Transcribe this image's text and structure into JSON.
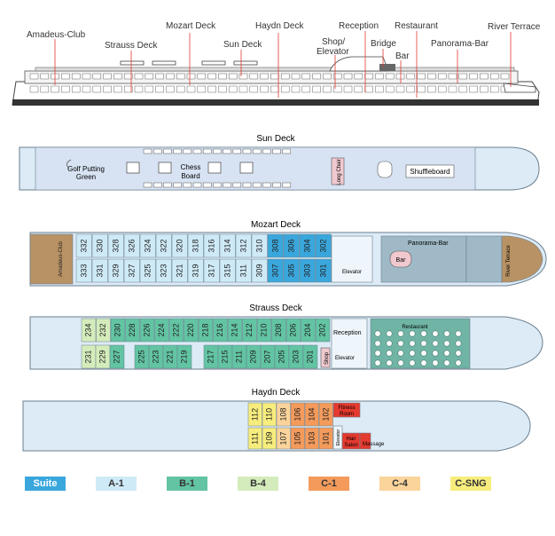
{
  "profile_labels": {
    "amadeus_club": "Amadeus-Club",
    "strauss_deck": "Strauss Deck",
    "mozart_deck": "Mozart Deck",
    "sun_deck": "Sun Deck",
    "haydn_deck": "Haydn Deck",
    "shop_elevator_1": "Shop/",
    "shop_elevator_2": "Elevator",
    "reception": "Reception",
    "bridge": "Bridge",
    "restaurant": "Restaurant",
    "bar": "Bar",
    "panorama_bar": "Panorama-Bar",
    "river_terrace": "River Terrace"
  },
  "decks": {
    "sun": {
      "title": "Sun Deck",
      "golf_1": "Golf Putting",
      "golf_2": "Green",
      "chess_1": "Chess",
      "chess_2": "Board",
      "shuffleboard": "Shuffleboard",
      "long_chair": "Long Chair"
    },
    "mozart": {
      "title": "Mozart Deck",
      "top": [
        "332",
        "330",
        "328",
        "326",
        "324",
        "322",
        "320",
        "318",
        "316",
        "314",
        "312",
        "310",
        "308",
        "306",
        "304",
        "302"
      ],
      "bottom": [
        "333",
        "331",
        "329",
        "327",
        "325",
        "323",
        "321",
        "319",
        "317",
        "315",
        "311",
        "309",
        "307",
        "305",
        "303",
        "301"
      ],
      "amadeus": "Amadeus-Club",
      "elevator": "Elevator",
      "panorama_bar": "Panorama-Bar",
      "bar": "Bar",
      "river_terrace": "River Terrace"
    },
    "strauss": {
      "title": "Strauss Deck",
      "top": [
        "234",
        "232",
        "230",
        "228",
        "226",
        "224",
        "222",
        "220",
        "218",
        "216",
        "214",
        "212",
        "210",
        "208",
        "206",
        "204",
        "202"
      ],
      "bottom": [
        "231",
        "229",
        "227",
        "225",
        "223",
        "221",
        "219",
        "217",
        "215",
        "211",
        "209",
        "207",
        "205",
        "203",
        "201"
      ],
      "reception": "Reception",
      "elevator": "Elevator",
      "shop": "Shop",
      "restaurant": "Restaurant"
    },
    "haydn": {
      "title": "Haydn Deck",
      "top": [
        "112",
        "110",
        "108",
        "106",
        "104",
        "102"
      ],
      "bottom": [
        "111",
        "109",
        "107",
        "105",
        "103",
        "101"
      ],
      "fitness_1": "Fitness",
      "fitness_2": "Room",
      "elevator": "Elevator",
      "hair_1": "Hair",
      "hair_2": "Salon",
      "massage": "Massage"
    }
  },
  "legend": [
    {
      "label": "Suite",
      "color": "#3aa7dc",
      "text_color": "#ffffff"
    },
    {
      "label": "A-1",
      "color": "#cfeaf7",
      "text_color": "#333333"
    },
    {
      "label": "B-1",
      "color": "#62c4a3",
      "text_color": "#333333"
    },
    {
      "label": "B-4",
      "color": "#d4ecbb",
      "text_color": "#333333"
    },
    {
      "label": "C-1",
      "color": "#f49b5c",
      "text_color": "#333333"
    },
    {
      "label": "C-4",
      "color": "#fbd49b",
      "text_color": "#333333"
    },
    {
      "label": "C-SNG",
      "color": "#f7ed7d",
      "text_color": "#333333"
    }
  ],
  "colors": {
    "hull": "#dcebf6",
    "hull_stroke": "#6b7f8f",
    "suite": "#3aa7dc",
    "a1": "#cfeaf7",
    "b1": "#62c4a3",
    "b4": "#d4ecbb",
    "c1": "#f49b5c",
    "c4": "#fbd49b",
    "csng": "#f7ed7d",
    "red": "#e53a2f",
    "wood": "#b89264",
    "teal_public": "#6fb4a5"
  }
}
